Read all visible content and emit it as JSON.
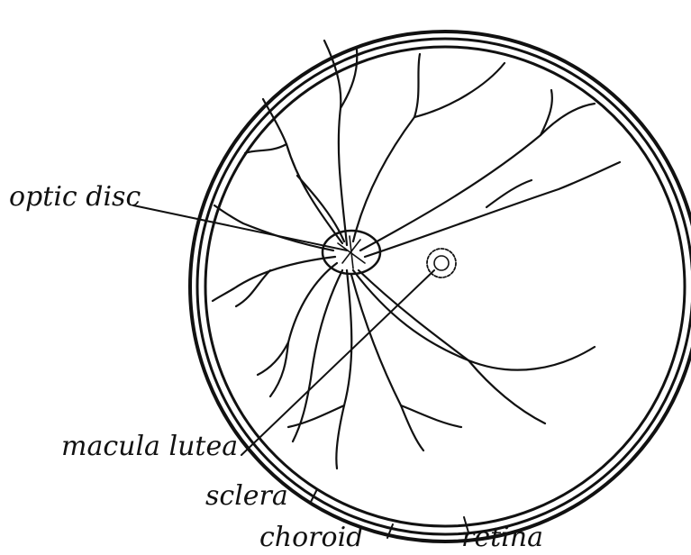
{
  "labels": {
    "optic_disc": "optic disc",
    "macula_lutea": "macula lutea",
    "sclera": "sclera",
    "choroid": "choroid",
    "retina": "retina"
  },
  "colors": {
    "ink": "#111111",
    "background": "#ffffff"
  }
}
